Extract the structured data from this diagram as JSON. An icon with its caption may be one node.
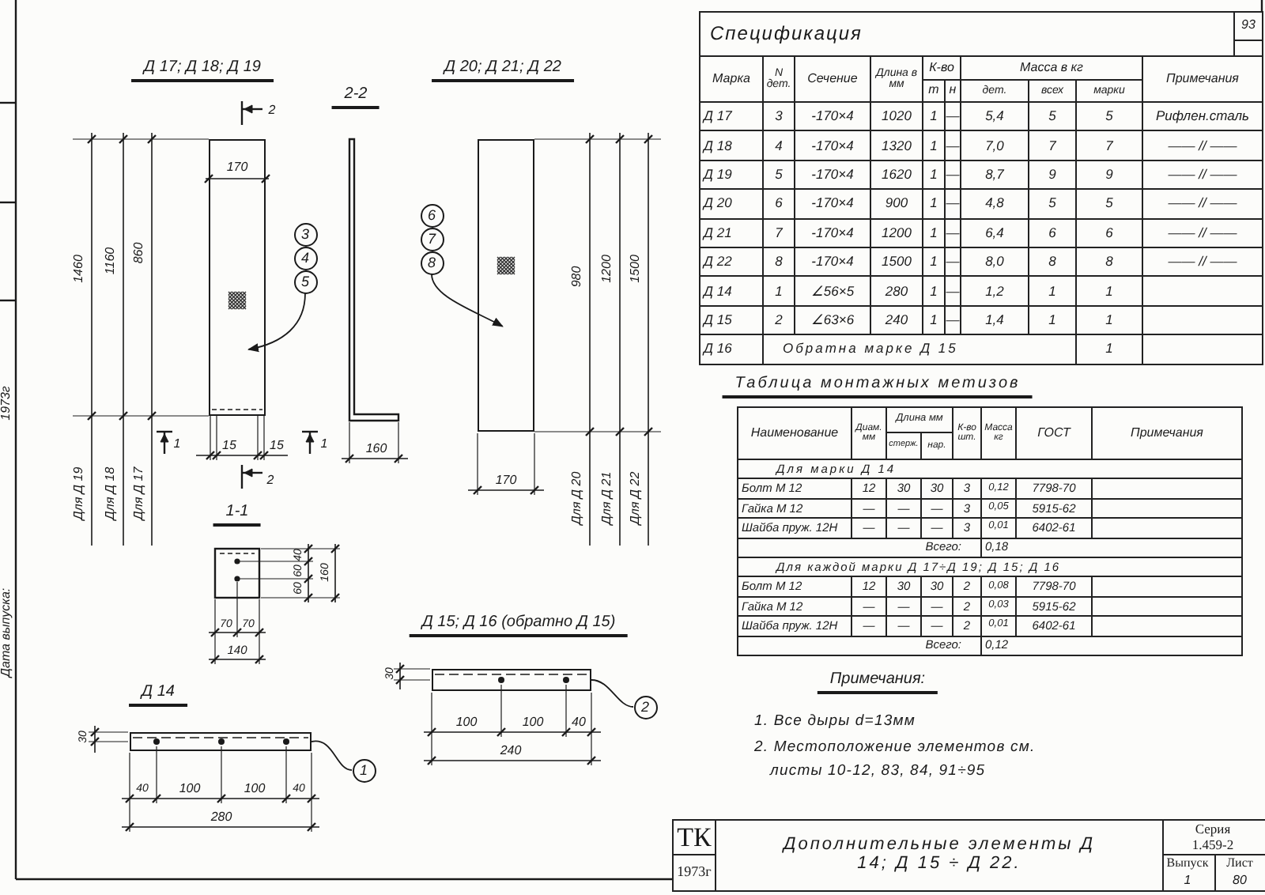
{
  "diagram": {
    "nodes": [
      {
        "text": [
          "3"
        ]
      },
      {
        "text": [
          "4"
        ]
      },
      {
        "text": [
          "5"
        ]
      },
      {
        "text": [],
        "shape": "box"
      },
      {
        "text": [
          "6"
        ]
      },
      {
        "text": [
          "7"
        ]
      },
      {
        "text": [
          "8"
        ]
      },
      {
        "text": [],
        "shape": "box"
      },
      {
        "text": [
          "1"
        ]
      },
      {
        "text": [],
        "shape": "box"
      },
      {
        "text": [
          "2"
        ]
      },
      {
        "text": [],
        "shape": "box"
      }
    ],
    "edges": [
      {
        "from": 2,
        "to": 3,
        "arrow": "to"
      },
      {
        "from": 6,
        "to": 7,
        "arrow": "to"
      },
      {
        "from": 8,
        "to": 9,
        "arrow": "none"
      },
      {
        "from": 10,
        "to": 11,
        "arrow": "none"
      }
    ],
    "labels": [
      "Д 17; Д 18; Д 19",
      "2-2",
      "Д 20; Д 21; Д 22",
      "2",
      "170",
      "1460",
      "1160",
      "860",
      "980",
      "1200",
      "1500",
      "1",
      "15",
      "15",
      "1",
      "160",
      "Для Д 19",
      "Для Д 18",
      "Для Д 17",
      "2",
      "170",
      "Для Д 20",
      "Для Д 21",
      "Для Д 22",
      "Дата выпуска:",
      "1-1",
      "40",
      "60",
      "60",
      "160",
      "70",
      "70",
      "140",
      "Д 15; Д 16 (обратно Д 15)",
      "30",
      "100",
      "100",
      "40",
      "240",
      "Д 14",
      "30",
      "40",
      "100",
      "100",
      "40",
      "280",
      "1973г",
      "Спецификация",
      "93",
      "Марка",
      "N дет.",
      "Сечение",
      "Длина в мм",
      "К-во",
      "Масса в кг",
      "Примечания",
      "т",
      "н",
      "дет.",
      "всех",
      "марки",
      "Д 17",
      "3",
      "-170×4",
      "1020",
      "1",
      "—",
      "5,4",
      "5",
      "5",
      "Рифлен.сталь",
      "Д 18",
      "4",
      "-170×4",
      "1320",
      "1",
      "—",
      "7,0",
      "7",
      "7",
      "—— // ——",
      "Д 19",
      "5",
      "-170×4",
      "1620",
      "1",
      "—",
      "8,7",
      "9",
      "9",
      "—— // ——",
      "Д 20",
      "6",
      "-170×4",
      "900",
      "1",
      "—",
      "4,8",
      "5",
      "5",
      "—— // ——",
      "Д 21",
      "7",
      "-170×4",
      "1200",
      "1",
      "—",
      "6,4",
      "6",
      "6",
      "—— // ——",
      "Д 22",
      "8",
      "-170×4",
      "1500",
      "1",
      "—",
      "8,0",
      "8",
      "8",
      "—— // ——",
      "Д 14",
      "1",
      "∠56×5",
      "280",
      "1",
      "—",
      "1,2",
      "1",
      "1",
      "Д 15",
      "2",
      "∠63×6",
      "240",
      "1",
      "—",
      "1,4",
      "1",
      "1",
      "Д 16",
      "Обратна марке Д 15",
      "1",
      "Таблица монтажных метизов",
      "Наименование",
      "Диам. мм",
      "Длина мм",
      "К-во шт.",
      "Масса кг",
      "ГОСТ",
      "Примечания",
      "стерж.",
      "нар.",
      "Для марки Д 14",
      "Болт М 12",
      "12",
      "30",
      "30",
      "3",
      "0,12",
      "7798-70",
      "Гайка М 12",
      "—",
      "—",
      "—",
      "3",
      "0,05",
      "5915-62",
      "Шайба пруж. 12Н",
      "—",
      "—",
      "—",
      "3",
      "0,01",
      "6402-61",
      "Всего:",
      "0,18",
      "Для каждой марки Д 17÷Д 19; Д 15; Д 16",
      "Болт М 12",
      "12",
      "30",
      "30",
      "2",
      "0,08",
      "7798-70",
      "Гайка М 12",
      "—",
      "—",
      "—",
      "2",
      "0,03",
      "5915-62",
      "Шайба пруж. 12Н",
      "—",
      "—",
      "—",
      "2",
      "0,01",
      "6402-61",
      "Всего:",
      "0,12",
      "Примечания:",
      "1. Все дыры d=13мм",
      "2. Местоположение элементов см. листы 10-12, 83, 84, 91÷95",
      "ТК",
      "1973г",
      "Дополнительные элементы Д 14; Д 15 ÷ Д 22.",
      "Серия",
      "1.459-2",
      "Выпуск",
      "Лист",
      "1",
      "80"
    ]
  }
}
